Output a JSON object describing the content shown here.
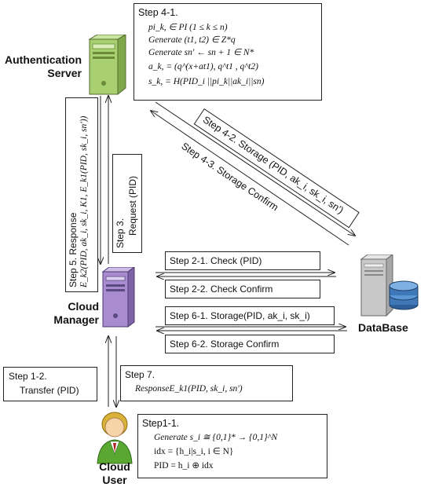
{
  "nodes": {
    "auth_server": "Authentication\nServer",
    "cloud_manager": "Cloud\nManager",
    "database": "DataBase",
    "cloud_user": "Cloud\nUser"
  },
  "step4_1": {
    "title": "Step 4-1.",
    "lines": [
      "pi_k, ∈ PI  (1 ≤ k ≤ n)",
      "Generate (t1, t2) ∈ Z*q",
      "Generate sn' ← sn + 1 ∈ N*",
      "a_k, = (q^(x+at1), q^t1 , q^t2)",
      "s_k, = H(PID_i ||pi_k||ak_i||sn)"
    ]
  },
  "step4_2": "Step 4-2.  Storage (PID, ak_i, sk_i, sn')",
  "step4_3": "Step 4-3.  Storage Confirm",
  "step5": {
    "line1": "Step 5.  Response",
    "line2": "E_k2(PID, ak_i, sk_i, K1, E_k1(PID, sk_i, sn'))"
  },
  "step3": {
    "line1": "Step 3.",
    "line2": "Request (PID)"
  },
  "step2_1": "Step 2-1.  Check (PID)",
  "step2_2": "Step 2-2. Check Confirm",
  "step6_1": "Step 6-1. Storage(PID, ak_i, sk_i)",
  "step6_2": "Step 6-2. Storage Confirm",
  "step1_2": {
    "line1": "Step 1-2.",
    "line2": "Transfer (PID)"
  },
  "step7": {
    "line1": "Step 7.",
    "line2": "ResponseE_k1(PID, sk_i, sn')"
  },
  "step1_1": {
    "title": "Step1-1.",
    "lines": [
      "Generate s_i ≅ {0,1}* → {0,1}^N",
      "idx = {h_i|s_i, i ∈ N}",
      "PID = h_i ⊕ idx"
    ]
  },
  "colors": {
    "auth_server": "#a8d070",
    "cloud_manager": "#a98bd0",
    "database_disk": "#3f78b8",
    "database_case": "#c8c8c8"
  }
}
